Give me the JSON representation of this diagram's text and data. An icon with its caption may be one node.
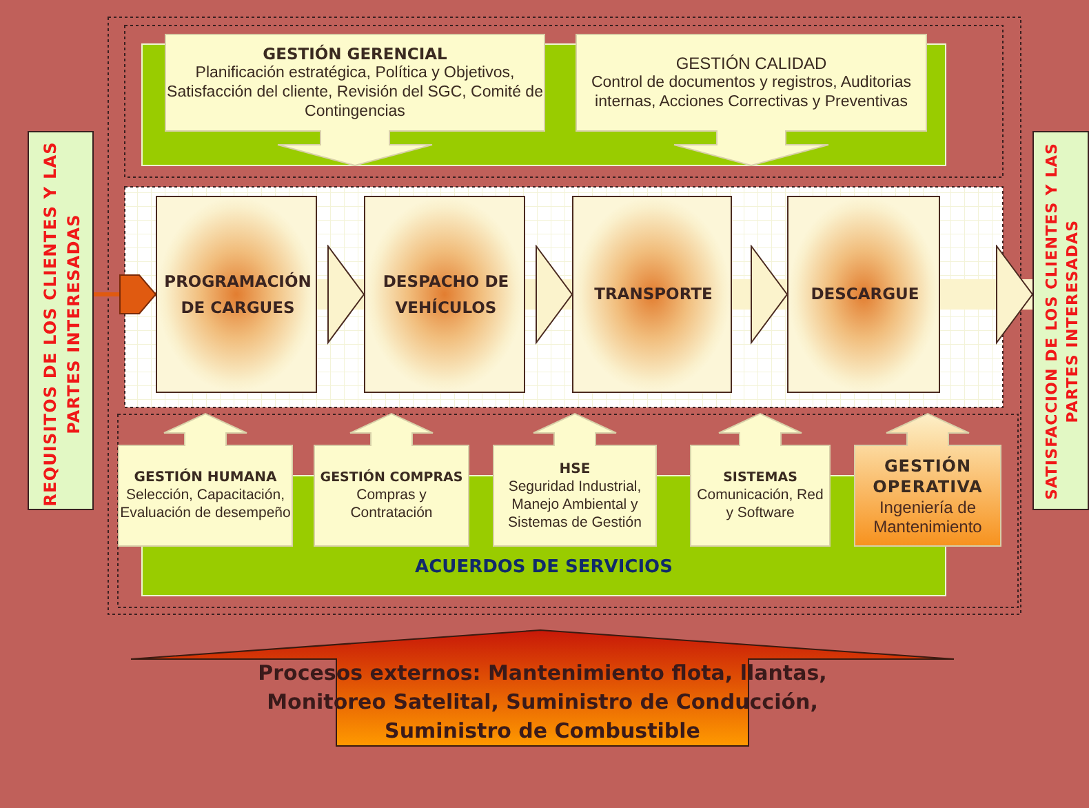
{
  "diagram": {
    "nodes": [
      {
        "text": [
          "GESTIÓN GERENCIAL",
          "Planificación estratégica, Política y Objetivos, Satisfacción del cliente, Revisión del SGC, Comité de Contingencias"
        ]
      },
      {
        "text": [
          "GESTIÓN CALIDAD",
          "Control de documentos y registros, Auditorias internas, Acciones Correctivas y Preventivas"
        ]
      },
      {
        "text": [
          "REQUISITOS DE LOS CLIENTES Y LAS PARTES INTERESADAS"
        ]
      },
      {
        "text": [
          "PROGRAMACIÓN DE CARGUES"
        ]
      },
      {
        "text": [
          "DESPACHO DE VEHÍCULOS"
        ]
      },
      {
        "text": [
          "TRANSPORTE"
        ]
      },
      {
        "text": [
          "DESCARGUE"
        ]
      },
      {
        "text": [
          "SATISFACCION DE LOS CLIENTES Y LAS PARTES INTERESADAS"
        ]
      },
      {
        "text": [
          "GESTIÓN HUMANA",
          "Selección, Capacitación, Evaluación de desempeño"
        ]
      },
      {
        "text": [
          "GESTIÓN COMPRAS",
          "Compras y Contratación"
        ]
      },
      {
        "text": [
          "HSE",
          "Seguridad Industrial, Manejo Ambiental y Sistemas de Gestión"
        ]
      },
      {
        "text": [
          "SISTEMAS",
          "Comunicación, Red y Software"
        ]
      },
      {
        "text": [
          "GESTIÓN OPERATIVA",
          "Ingeniería de Mantenimiento"
        ]
      },
      {
        "text": [
          "Procesos externos: Mantenimiento flota, llantas, Monitoreo Satelital, Suministro de Conducción, Suministro de Combustible"
        ]
      }
    ],
    "edges": [
      {
        "from": 2,
        "to": 3,
        "arrow": "to",
        "color": "#e05a10"
      },
      {
        "from": 3,
        "to": 4,
        "arrow": "to"
      },
      {
        "from": 4,
        "to": 5,
        "arrow": "to"
      },
      {
        "from": 5,
        "to": 6,
        "arrow": "to"
      },
      {
        "from": 6,
        "to": 7,
        "arrow": "to"
      }
    ],
    "labels": [
      "ACUERDOS DE SERVICIOS"
    ]
  }
}
